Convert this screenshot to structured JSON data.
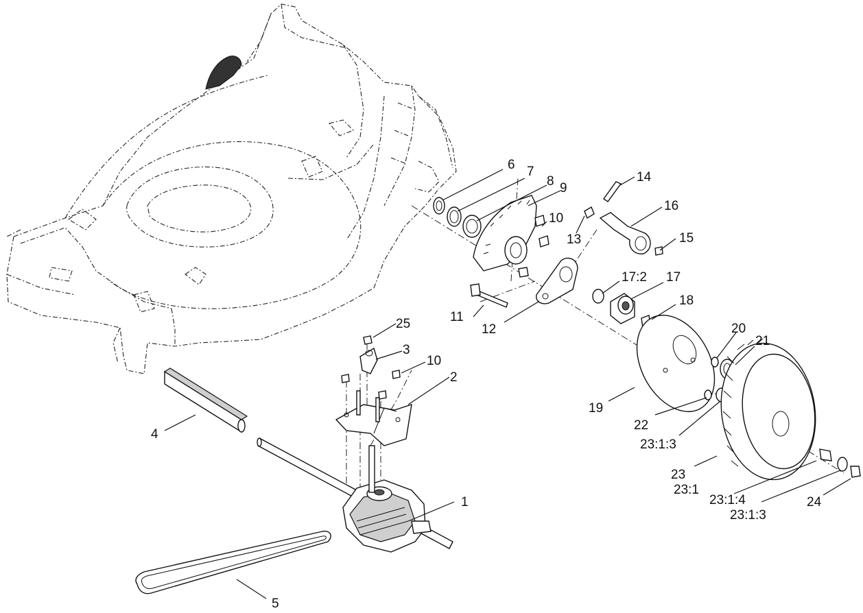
{
  "callouts": [
    {
      "id": "c1",
      "text": "1"
    },
    {
      "id": "c2",
      "text": "2"
    },
    {
      "id": "c3",
      "text": "3"
    },
    {
      "id": "c4",
      "text": "4"
    },
    {
      "id": "c5",
      "text": "5"
    },
    {
      "id": "c6",
      "text": "6"
    },
    {
      "id": "c7",
      "text": "7"
    },
    {
      "id": "c8",
      "text": "8"
    },
    {
      "id": "c9",
      "text": "9"
    },
    {
      "id": "c10a",
      "text": "10"
    },
    {
      "id": "c10b",
      "text": "10"
    },
    {
      "id": "c11",
      "text": "11"
    },
    {
      "id": "c12",
      "text": "12"
    },
    {
      "id": "c13",
      "text": "13"
    },
    {
      "id": "c14",
      "text": "14"
    },
    {
      "id": "c15",
      "text": "15"
    },
    {
      "id": "c16",
      "text": "16"
    },
    {
      "id": "c17_2",
      "text": "17:2"
    },
    {
      "id": "c17",
      "text": "17"
    },
    {
      "id": "c18",
      "text": "18"
    },
    {
      "id": "c19",
      "text": "19"
    },
    {
      "id": "c20",
      "text": "20"
    },
    {
      "id": "c21",
      "text": "21"
    },
    {
      "id": "c22",
      "text": "22"
    },
    {
      "id": "c23_1_3a",
      "text": "23:1:3"
    },
    {
      "id": "c23",
      "text": "23"
    },
    {
      "id": "c23_1",
      "text": "23:1"
    },
    {
      "id": "c23_1_4",
      "text": "23:1:4"
    },
    {
      "id": "c23_1_3b",
      "text": "23:1:3"
    },
    {
      "id": "c24",
      "text": "24"
    },
    {
      "id": "c25",
      "text": "25"
    }
  ]
}
